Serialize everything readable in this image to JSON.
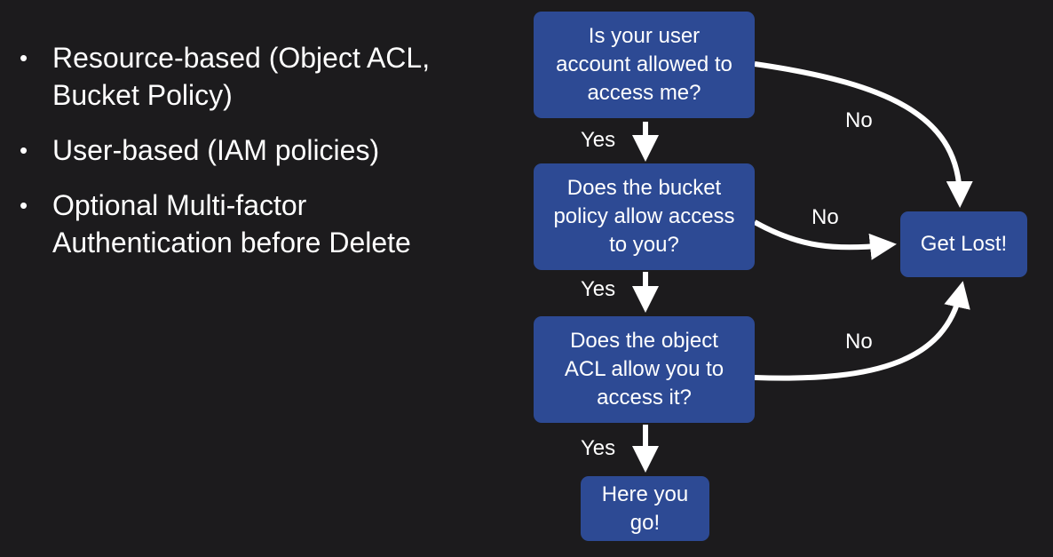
{
  "bullets": [
    {
      "text": "Resource-based (Object ACL, Bucket Policy)"
    },
    {
      "text": "User-based (IAM policies)"
    },
    {
      "text": "Optional Multi-factor Authentication before Delete"
    }
  ],
  "flowchart": {
    "q1": "Is your user\naccount allowed to\naccess me?",
    "q2": "Does the bucket\npolicy allow access\nto you?",
    "q3": "Does the object\nACL allow you to\naccess it?",
    "success": "Here you\ngo!",
    "deny": "Get Lost!",
    "yes_label": "Yes",
    "no_label": "No"
  },
  "colors": {
    "background": "#1c1b1d",
    "box_fill": "#2d4a94",
    "text": "#ffffff"
  }
}
